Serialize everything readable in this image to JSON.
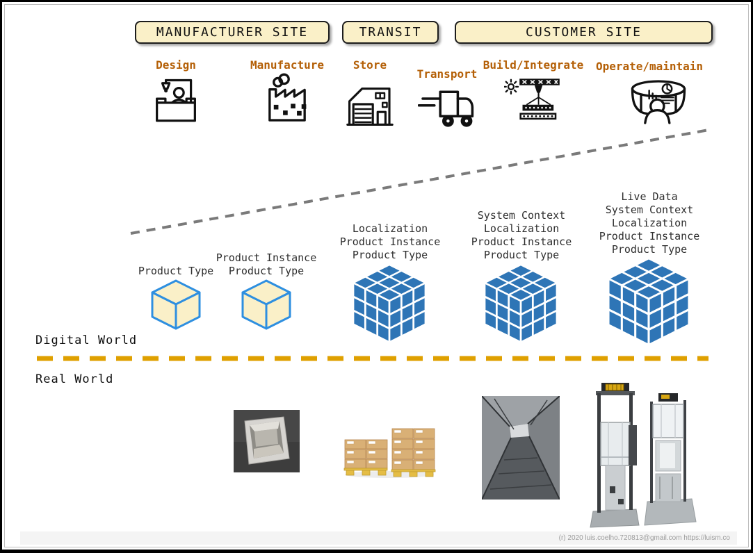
{
  "sites": [
    {
      "label": "MANUFACTURER SITE"
    },
    {
      "label": "TRANSIT"
    },
    {
      "label": "CUSTOMER SITE"
    }
  ],
  "stages": [
    {
      "label": "Design",
      "icon": "design-workstation-icon"
    },
    {
      "label": "Manufacture",
      "icon": "factory-icon"
    },
    {
      "label": "Store",
      "icon": "warehouse-icon"
    },
    {
      "label": "Transport",
      "icon": "delivery-truck-icon"
    },
    {
      "label": "Build/Integrate",
      "icon": "crane-lift-icon"
    },
    {
      "label": "Operate/maintain",
      "icon": "control-room-icon"
    }
  ],
  "digital_world": {
    "label": "Digital World",
    "stacks": [
      {
        "lines": [
          "Product Type"
        ],
        "cube": "outline-cube"
      },
      {
        "lines": [
          "Product Instance",
          "Product Type"
        ],
        "cube": "outline-cube"
      },
      {
        "lines": [
          "Localization",
          "Product Instance",
          "Product Type"
        ],
        "cube": "data-cube"
      },
      {
        "lines": [
          "System Context",
          "Localization",
          "Product Instance",
          "Product Type"
        ],
        "cube": "data-cube"
      },
      {
        "lines": [
          "Live Data",
          "System Context",
          "Localization",
          "Product Instance",
          "Product Type"
        ],
        "cube": "data-cube"
      }
    ]
  },
  "real_world": {
    "label": "Real World",
    "photos": [
      {
        "name": "elevator-cabin-render"
      },
      {
        "name": "palletized-boxes"
      },
      {
        "name": "elevator-shaft-view"
      },
      {
        "name": "elevator-tower-renders"
      }
    ]
  },
  "footer": {
    "credit": "(r) 2020 luis.coelho.720813@gmail.com https://luism.co"
  },
  "colors": {
    "site_box_fill": "#FAF0C8",
    "stage_label": "#B45F06",
    "outline_cube_fill": "#FAF0C8",
    "outline_cube_stroke": "#2E8FE0",
    "data_cube_fill": "#2E75B6",
    "divider_orange": "#DFA000",
    "diagonal_gray": "#7A7A7A"
  }
}
